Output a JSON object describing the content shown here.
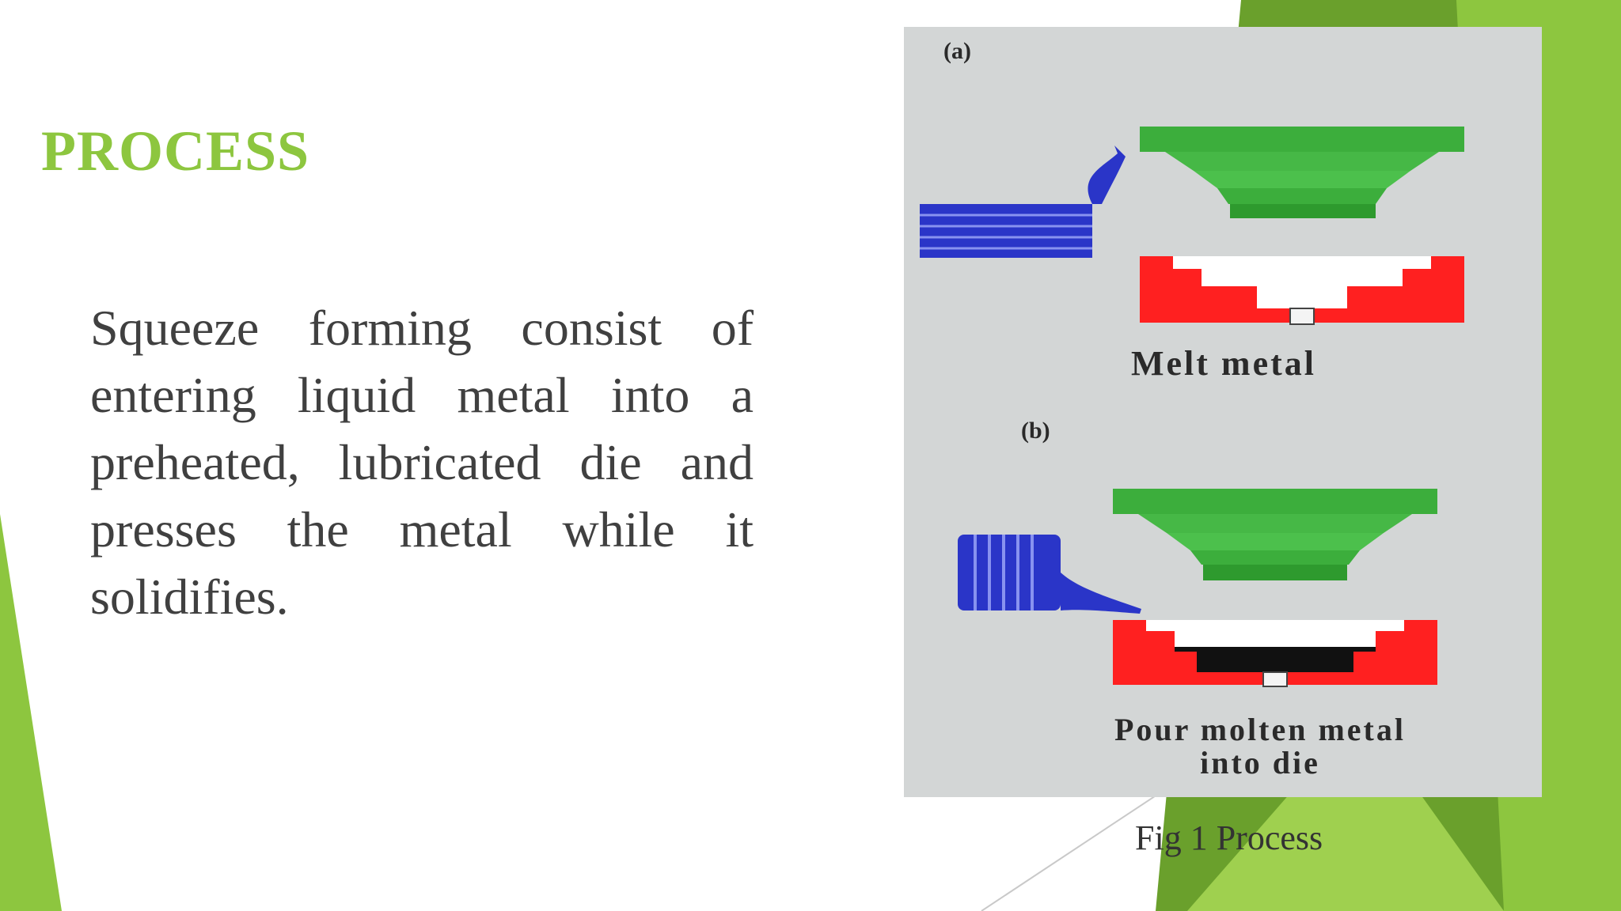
{
  "slide": {
    "title": "PROCESS",
    "body": "Squeeze forming consist of entering liquid metal into a preheated, lubricated die and presses the metal while it solidifies.",
    "caption": "Fig 1 Process"
  },
  "figure": {
    "label_a": "(a)",
    "caption_a": "Melt metal",
    "label_b": "(b)",
    "caption_b_line1": "Pour molten metal",
    "caption_b_line2": "into die"
  },
  "colors": {
    "accent_green": "#8dc63f",
    "punch_green": "#3cae3c",
    "die_red": "#ff2020",
    "ladle_blue": "#2a35c8",
    "figure_bg": "#d3d6d6"
  }
}
